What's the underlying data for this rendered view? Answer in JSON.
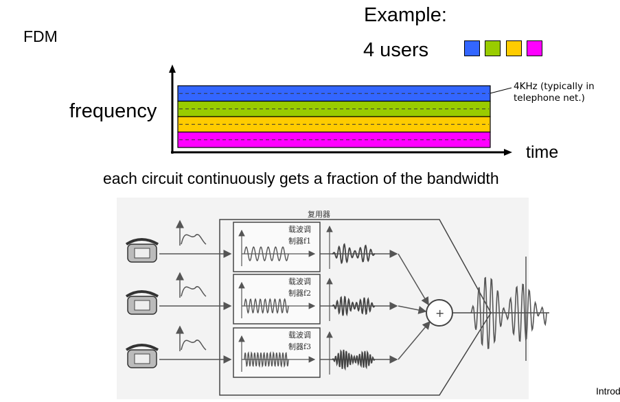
{
  "title": "FDM",
  "example": {
    "heading": "Example:",
    "users_label": "4 users",
    "user_colors": [
      "#3366ff",
      "#99cc00",
      "#ffcc00",
      "#ff00ff"
    ]
  },
  "chart": {
    "ylabel": "frequency",
    "xlabel": "time",
    "band_note": "4KHz (typically in telephone net.)"
  },
  "caption": "each circuit continuously gets a fraction of the bandwidth",
  "diagram": {
    "mux_label": "复用器",
    "modulators": [
      {
        "line1": "载波调",
        "line2": "制器f1"
      },
      {
        "line1": "载波调",
        "line2": "制器f2"
      },
      {
        "line1": "载波调",
        "line2": "制器f3"
      }
    ]
  },
  "footer": "Introduction"
}
